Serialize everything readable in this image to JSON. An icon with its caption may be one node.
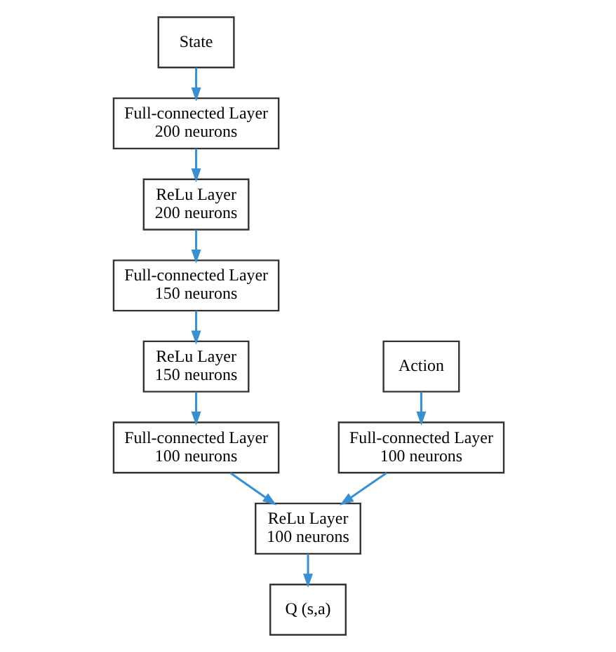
{
  "diagram": {
    "nodes": [
      {
        "text": [
          "State"
        ]
      },
      {
        "text": [
          "Full-connected Layer",
          "200 neurons"
        ]
      },
      {
        "text": [
          "ReLu Layer",
          "200 neurons"
        ]
      },
      {
        "text": [
          "Full-connected Layer",
          "150 neurons"
        ]
      },
      {
        "text": [
          "ReLu Layer",
          "150 neurons"
        ]
      },
      {
        "text": [
          "Full-connected Layer",
          "100 neurons"
        ]
      },
      {
        "text": [
          "Action"
        ]
      },
      {
        "text": [
          "Full-connected Layer",
          "100 neurons"
        ]
      },
      {
        "text": [
          "ReLu Layer",
          "100 neurons"
        ]
      },
      {
        "text": [
          "Q (s,a)"
        ]
      }
    ],
    "edges": [
      {
        "from": 0,
        "to": 1,
        "arrow": "to"
      },
      {
        "from": 1,
        "to": 2,
        "arrow": "to"
      },
      {
        "from": 2,
        "to": 3,
        "arrow": "to"
      },
      {
        "from": 3,
        "to": 4,
        "arrow": "to"
      },
      {
        "from": 4,
        "to": 5,
        "arrow": "to"
      },
      {
        "from": 6,
        "to": 7,
        "arrow": "to"
      },
      {
        "from": 5,
        "to": 8,
        "arrow": "to"
      },
      {
        "from": 7,
        "to": 8,
        "arrow": "to"
      },
      {
        "from": 8,
        "to": 9,
        "arrow": "to"
      }
    ]
  }
}
